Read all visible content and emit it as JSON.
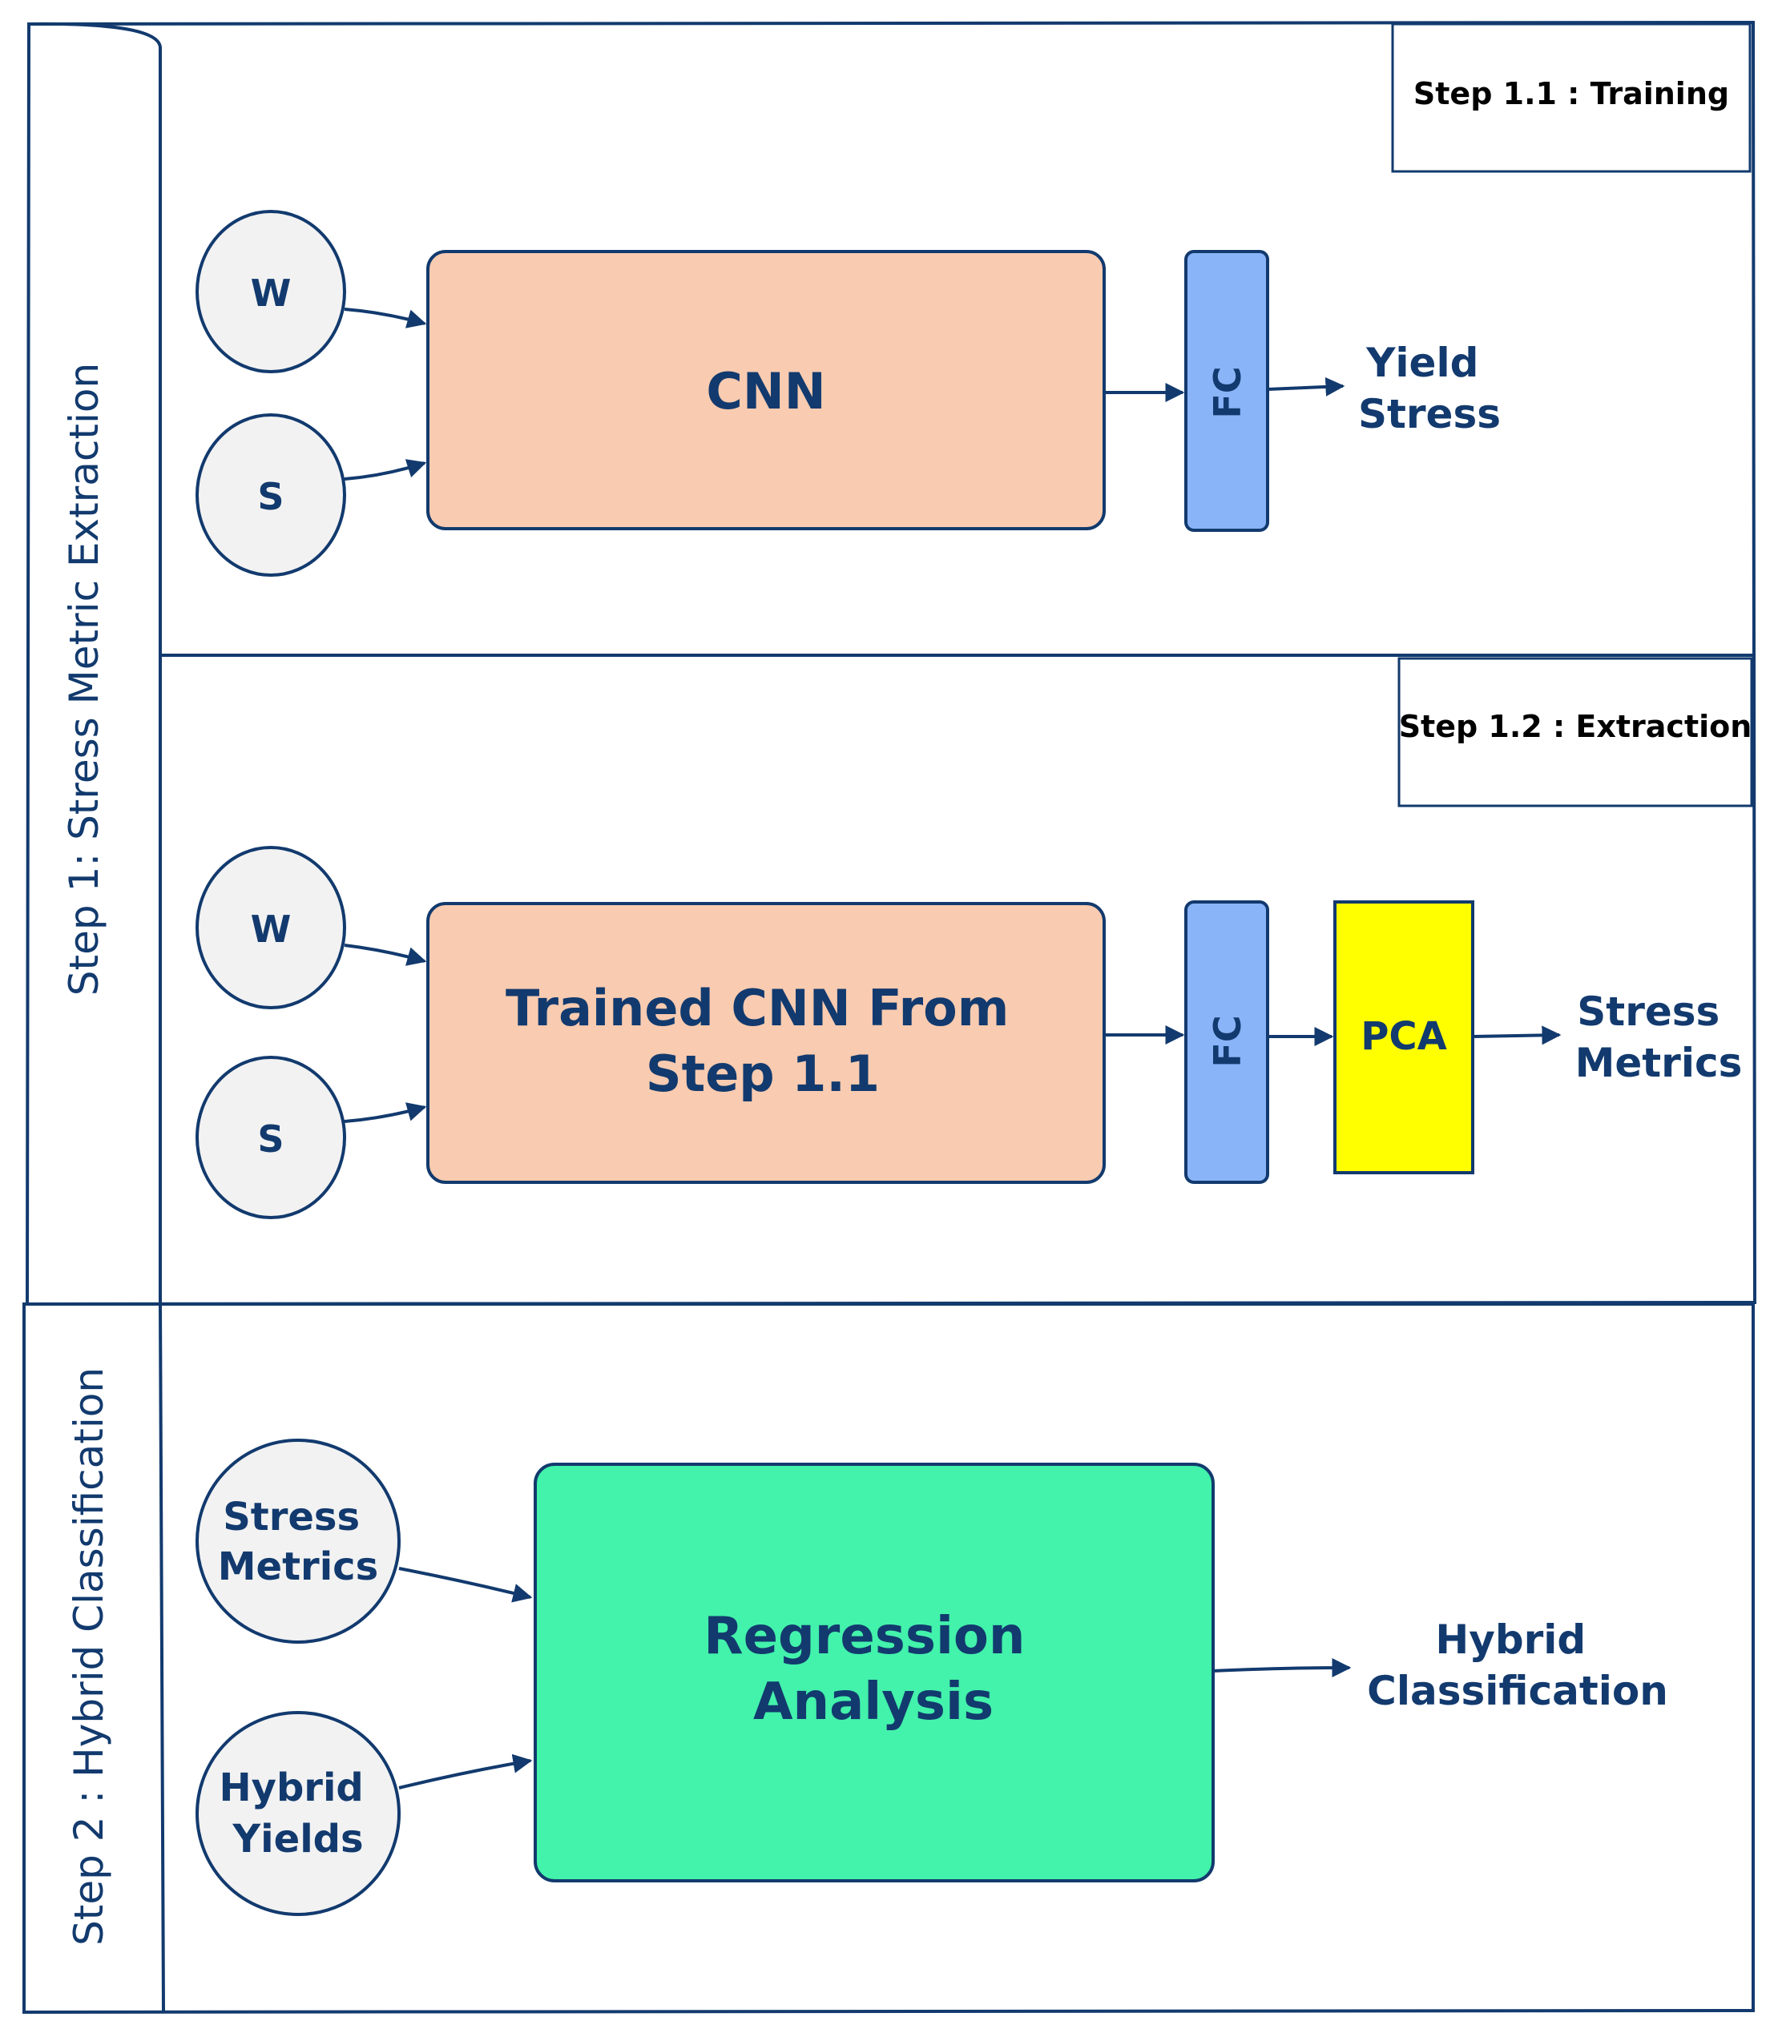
{
  "step1": {
    "label": "Step 1: Stress Metric Extraction",
    "training": {
      "tag": "Step 1.1 : Training",
      "input_w": "W",
      "input_s": "S",
      "cnn": "CNN",
      "fc": "FC",
      "output_line1": "Yield",
      "output_line2": "Stress"
    },
    "extraction": {
      "tag": "Step 1.2 : Extraction",
      "input_w": "W",
      "input_s": "S",
      "cnn_line1": "Trained CNN From",
      "cnn_line2": "Step 1.1",
      "fc": "FC",
      "pca": "PCA",
      "output_line1": "Stress",
      "output_line2": "Metrics"
    }
  },
  "step2": {
    "label": "Step 2 : Hybrid Classification",
    "input1_line1": "Stress",
    "input1_line2": "Metrics",
    "input2_line1": "Hybrid",
    "input2_line2": "Yields",
    "box_line1": "Regression",
    "box_line2": "Analysis",
    "output_line1": "Hybrid",
    "output_line2": "Classification"
  },
  "colors": {
    "ink": "#123a6e",
    "cnn_fill": "#f9cbb0",
    "fc_fill": "#8ab4f8",
    "pca_fill": "#ffff00",
    "regression_fill": "#43f2ab",
    "node_fill": "#f2f2f2"
  }
}
